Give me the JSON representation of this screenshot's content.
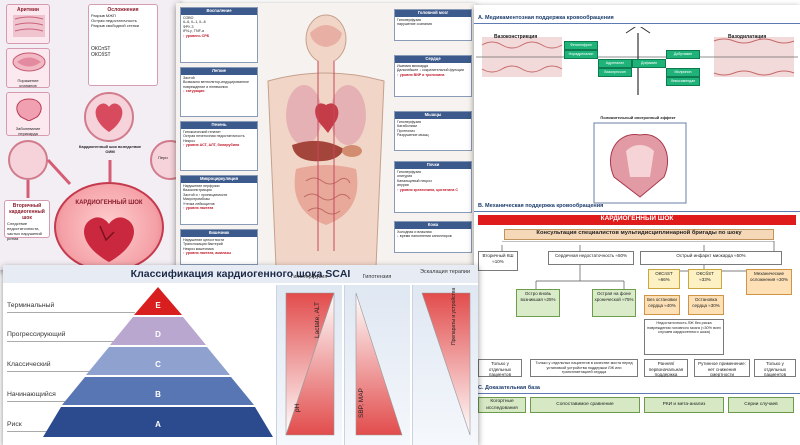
{
  "collage": {
    "left_box1": "Аритмии",
    "left_box2": "Поражение клапанов",
    "left_box3": "Заболевание перикарда",
    "right_box_title": "Осложнения",
    "right_box_lines": [
      "Разрыв МЖП",
      "Острая недостаточность",
      "Разрыв свободной стенки"
    ],
    "oksnst": "ОКСпST",
    "oksbst": "ОКСбST",
    "center_caption": "Кардиогенный шок вследствие ОИМ",
    "shock_title": "КАРДИОГЕННЫЙ ШОК",
    "secondary_title": "Вторичный кардиогенный шок",
    "secondary_text": "Следствие недостаточности, частых нарушений ритма",
    "right_partial": "Пери"
  },
  "anatomy": {
    "boxes": {
      "inflammation": {
        "head": "Воспаление",
        "lines": [
          "СОВО",
          "IL-6, IL-1, IL-8",
          "ФРУ-3",
          "IFN-γ, TNF-α"
        ],
        "red": "↑ уровень СРБ"
      },
      "lungs": {
        "head": "Легкие",
        "lines": [
          "Застой",
          "Возможно вентилятор-индуцированное повреждение и пневмония"
        ],
        "red": "↓ сатурации"
      },
      "liver": {
        "head": "Печень",
        "lines": [
          "Гипоксический гепатит",
          "Острая печеночная недостаточность",
          "Некроз"
        ],
        "red": "↑ уровня АСТ, АЛТ, билирубина"
      },
      "micro": {
        "head": "Микроциркуляция",
        "lines": [
          "Нарушение перфузии",
          "Вазоконстрикция",
          "Застой и ↑ проницаемости",
          "Микротромбозы",
          "Утечка лейкоцитов"
        ],
        "red": "↑ уровня лактата"
      },
      "gut": {
        "head": "Кишечник",
        "lines": [
          "Нарушение целостности",
          "Транслокация бактерий",
          "Некроз кишечника"
        ],
        "red": "↑ уровня лактата, амилазы"
      },
      "brain": {
        "head": "Головной мозг",
        "lines": [
          "Гипоперфузия",
          "нарушение сознания"
        ],
        "red": ""
      },
      "heart": {
        "head": "Сердце",
        "lines": [
          "Ишемия миокарда",
          "Дальнейшее ↓ сократительной функции"
        ],
        "red": "↑ уровня BNP и тропонина"
      },
      "muscles": {
        "head": "Мышцы",
        "lines": [
          "Гипоперфузия",
          "Катаболизм",
          "Протеолиз",
          "Разрушение мышц"
        ],
        "red": ""
      },
      "kidney": {
        "head": "Почки",
        "lines": [
          "Гипоперфузия",
          "олигурия",
          "Канальцевый некроз",
          "анурия"
        ],
        "red": "↑ уровня креатинина, цистатина С"
      },
      "skin": {
        "head": "Кожа",
        "lines": [
          "Холодная и влажная",
          "↓ время наполнения капилляров"
        ],
        "red": ""
      }
    }
  },
  "right": {
    "secA": "А. Медикаментозная поддержка кровообращения",
    "vasoconstriction": "Вазоконстрикция",
    "vasodilation": "Вазодилатация",
    "drugs": [
      "Фенилэфрин",
      "Норадреналин",
      "Адреналин",
      "Вазопрессин",
      "Дофамин",
      "Добутамин",
      "Милринон",
      "Левосимендан"
    ],
    "inotrope_label": "Положительный инотропный эффект",
    "secB": "В. Механическая поддержка кровообращения",
    "shock_bar": "КАРДИОГЕННЫЙ ШОК",
    "consult_bar": "Консультация специалистов мультидисциплинарной бригады по шоку",
    "secondary_ks": "Вторичный КШ ≈10%",
    "heart_failure": "Сердечная недостаточность ≈50%",
    "acute_mi": "Острый инфаркт миокарда ≈50%",
    "new_onset": "Остро вновь возникшая ≈25%",
    "chronic": "Острая на фоне хронической ≈75%",
    "oksnst_pct": "ОКСпST ≈66%",
    "oksbst_pct": "ОКСбST ≈33%",
    "mech": "Механические осложнения ≈30%",
    "no_arrest": "Без остановки сердца ≈40%",
    "arrest": "Остановка сердца ≈30%",
    "lv_note": "Недостаточность ЛЖ без риска повреждения головного мозга (<30% всех случаев кардиогенного шока)",
    "few_patients": "Только у отдельных пациентов",
    "transplant": "Только у отдельных пациентов в качестве моста перед установкой устройства поддержки ЛЖ или трансплантацией сердца",
    "early_use": "Ранняя/первоначальная поддержка",
    "routine_use": "Рутинное применение: нет снижения смертности",
    "secC": "С. Доказательная база",
    "evidence": [
      "Когортные исследования",
      "Сопоставимое сравнение",
      "РКИ и мета-анализ",
      "Серии случаев"
    ]
  },
  "scai": {
    "title": "Классификация кардиогенного шока SCAI",
    "stages": [
      {
        "label": "Терминальный",
        "letter": "E"
      },
      {
        "label": "Прогрессирующий",
        "letter": "D"
      },
      {
        "label": "Классический",
        "letter": "C"
      },
      {
        "label": "Начинающийся",
        "letter": "B"
      },
      {
        "label": "Риск",
        "letter": "A"
      }
    ],
    "col1_head": "Гипоперфузия",
    "col2_head": "Гипотензия",
    "col3_head": "Эскалация терапии",
    "col1_top": "Lactate, ALT",
    "col1_bottom": "pH",
    "col2_bottom": "SBP, MAP",
    "col3_label": "Препараты и устройства",
    "colors": {
      "E": "#d81e1e",
      "D": "#b9a7cf",
      "C": "#8fa1cf",
      "B": "#5876b4",
      "A": "#2c4b8f"
    }
  }
}
